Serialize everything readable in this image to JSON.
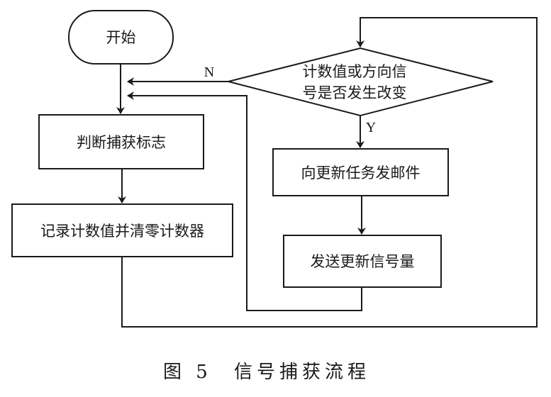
{
  "diagram": {
    "type": "flowchart",
    "nodes": {
      "start": {
        "shape": "terminal",
        "label": "开始"
      },
      "judge_capture_flag": {
        "shape": "process",
        "label": "判断捕获标志"
      },
      "record_and_clear": {
        "shape": "process",
        "label": "记录计数值并清零计数器"
      },
      "decision": {
        "shape": "decision",
        "label_line1": "计数值或方向信",
        "label_line2": "号是否发生改变"
      },
      "send_mail": {
        "shape": "process",
        "label": "向更新任务发邮件"
      },
      "send_semaphore": {
        "shape": "process",
        "label": "发送更新信号量"
      }
    },
    "edge_labels": {
      "no": "N",
      "yes": "Y"
    },
    "edges": [
      {
        "from": "start",
        "to": "judge_capture_flag",
        "label": ""
      },
      {
        "from": "judge_capture_flag",
        "to": "record_and_clear",
        "label": ""
      },
      {
        "from": "record_and_clear",
        "to": "decision",
        "label": ""
      },
      {
        "from": "decision",
        "to": "judge_capture_flag",
        "label": "N"
      },
      {
        "from": "decision",
        "to": "send_mail",
        "label": "Y"
      },
      {
        "from": "send_mail",
        "to": "send_semaphore",
        "label": ""
      },
      {
        "from": "send_semaphore",
        "to": "judge_capture_flag",
        "label": ""
      }
    ]
  },
  "caption": {
    "figure": "图 5",
    "title": "信号捕获流程"
  },
  "colors": {
    "stroke": "#1a1a1a",
    "background": "#ffffff"
  }
}
